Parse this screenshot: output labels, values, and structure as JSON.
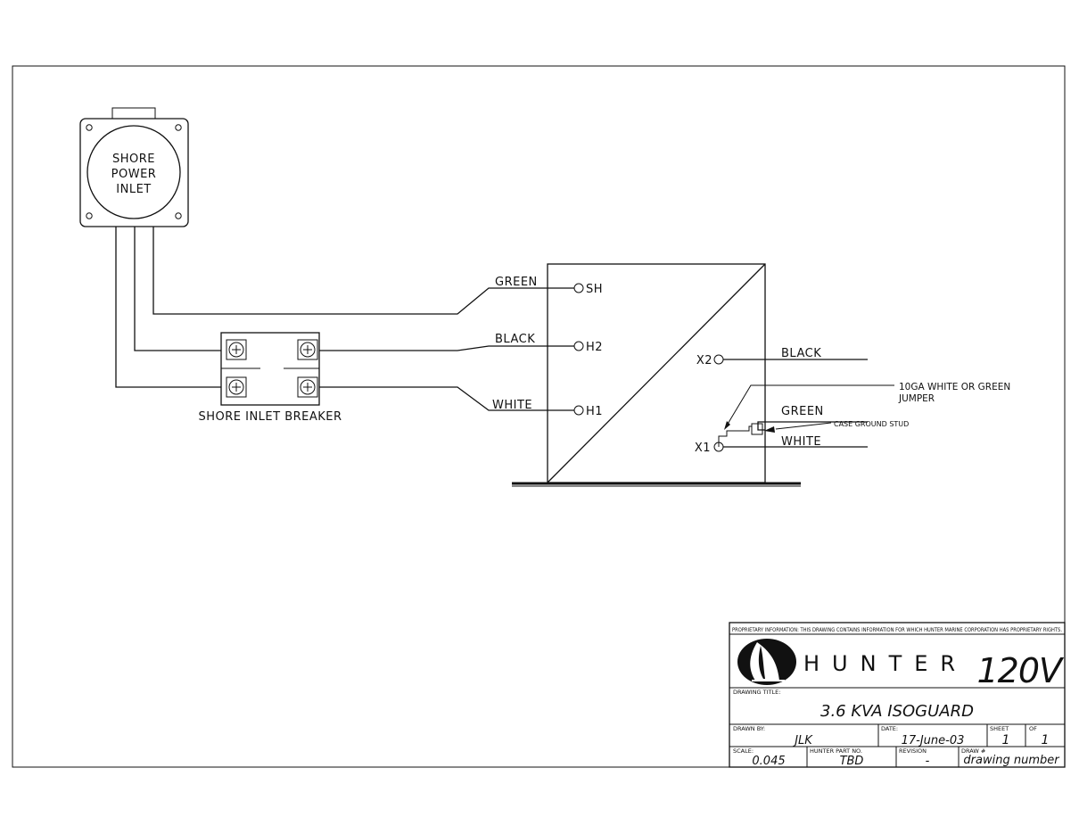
{
  "shore_inlet": {
    "line1": "SHORE",
    "line2": "POWER",
    "line3": "INLET"
  },
  "breaker": {
    "label": "SHORE INLET BREAKER"
  },
  "wires_primary": {
    "green": "GREEN",
    "black": "BLACK",
    "white": "WHITE"
  },
  "transformer": {
    "sh": "SH",
    "h2": "H2",
    "h1": "H1",
    "x2": "X2",
    "x1": "X1"
  },
  "wires_secondary": {
    "black": "BLACK",
    "green": "GREEN",
    "white": "WHITE"
  },
  "notes": {
    "jumper_line1": "10GA WHITE OR GREEN",
    "jumper_line2": "JUMPER",
    "case_ground": "CASE GROUND STUD"
  },
  "title_block": {
    "proprietary": "PROPRIETARY INFORMATION: THIS DRAWING CONTAINS INFORMATION FOR WHICH HUNTER MARINE CORPORATION HAS PROPRIETARY RIGHTS.",
    "brand": "HUNTER",
    "voltage": "120V",
    "drawing_title_label": "DRAWING TITLE:",
    "drawing_title": "3.6 KVA ISOGUARD",
    "drawn_by_label": "DRAWN BY:",
    "drawn_by": "JLK",
    "date_label": "DATE:",
    "date": "17-June-03",
    "sheet_label": "SHEET",
    "sheet": "1",
    "of_label": "OF",
    "of": "1",
    "scale_label": "SCALE:",
    "scale": "0.045",
    "part_no_label": "HUNTER PART NO.",
    "part_no": "TBD",
    "revision_label": "REVISION",
    "revision": "-",
    "draw_no_label": "DRAW #",
    "draw_no": "drawing number"
  }
}
